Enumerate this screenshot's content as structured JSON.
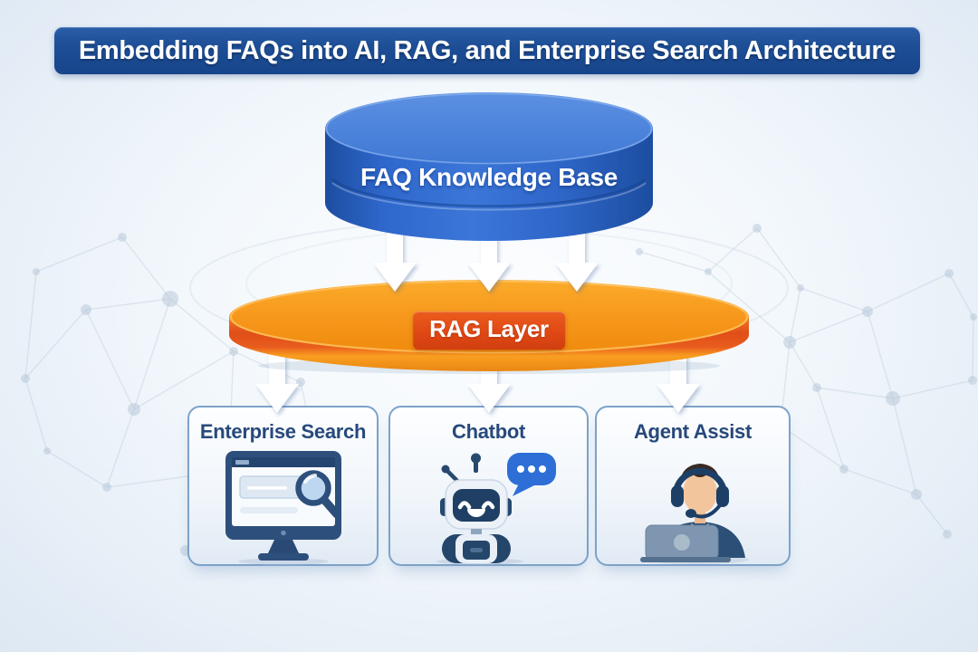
{
  "title": "Embedding FAQs into AI, RAG, and Enterprise Search Architecture",
  "knowledge_base": {
    "label": "FAQ Knowledge Base"
  },
  "rag_layer": {
    "label": "RAG Layer"
  },
  "outputs": [
    {
      "label": "Enterprise Search",
      "icon": "monitor-search-icon"
    },
    {
      "label": "Chatbot",
      "icon": "robot-chatbot-icon"
    },
    {
      "label": "Agent Assist",
      "icon": "support-agent-icon"
    }
  ],
  "colors": {
    "banner_blue": "#1d4e96",
    "cylinder_blue": "#2f68cc",
    "disk_orange": "#f6941a",
    "badge_red": "#de4714",
    "box_border": "#7da2c9",
    "label_navy": "#27497b",
    "arrow_white": "#ffffff",
    "network_gray": "#b9c8d9"
  }
}
